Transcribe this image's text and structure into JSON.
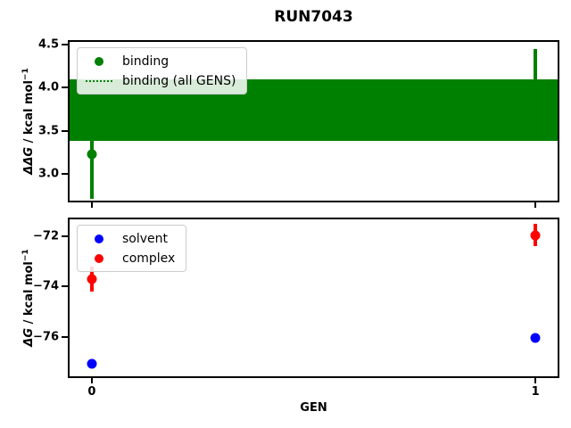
{
  "title": "RUN7043",
  "xlabel": "GEN",
  "colors": {
    "binding": "#008000",
    "solvent": "#0000ff",
    "complex": "#ff0000"
  },
  "chart_data": [
    {
      "type": "scatter",
      "name": "binding-panel",
      "ylabel": {
        "math": "ΔΔG",
        "rest": " / kcal mol",
        "sup": "−1"
      },
      "xlim": [
        -0.05,
        1.05
      ],
      "ylim": [
        2.69,
        4.53
      ],
      "yticks": [
        {
          "value": 4.5,
          "label": "4.5"
        },
        {
          "value": 4.0,
          "label": "4.0"
        },
        {
          "value": 3.5,
          "label": "3.5"
        },
        {
          "value": 3.0,
          "label": "3.0"
        }
      ],
      "xticks": [
        {
          "value": 0,
          "label": ""
        },
        {
          "value": 1,
          "label": ""
        }
      ],
      "band": {
        "label": "binding (all GENS)",
        "low": 3.38,
        "high": 4.1,
        "color": "#008000",
        "line_style": "dotted"
      },
      "series": [
        {
          "name": "binding",
          "color": "#008000",
          "marker": "circle",
          "x": [
            0,
            1
          ],
          "y": [
            3.23,
            4.03
          ],
          "yerr": [
            0.52,
            0.42
          ]
        }
      ],
      "legend": {
        "position": "upper-left",
        "items": [
          {
            "label": "binding",
            "marker": "dot",
            "color": "#008000"
          },
          {
            "label": "binding (all GENS)",
            "marker": "dotted-line",
            "color": "#008000"
          }
        ]
      }
    },
    {
      "type": "scatter",
      "name": "free-energy-panel",
      "ylabel": {
        "math": "ΔG",
        "rest": " / kcal mol",
        "sup": "−1"
      },
      "xlim": [
        -0.05,
        1.05
      ],
      "ylim": [
        -77.56,
        -71.33
      ],
      "yticks": [
        {
          "value": -72,
          "label": "−72"
        },
        {
          "value": -74,
          "label": "−74"
        },
        {
          "value": -76,
          "label": "−76"
        }
      ],
      "xticks": [
        {
          "value": 0,
          "label": "0"
        },
        {
          "value": 1,
          "label": "1"
        }
      ],
      "series": [
        {
          "name": "solvent",
          "color": "#0000ff",
          "marker": "circle",
          "x": [
            0,
            1
          ],
          "y": [
            -77.05,
            -76.05
          ],
          "yerr": [
            0.08,
            0.08
          ]
        },
        {
          "name": "complex",
          "color": "#ff0000",
          "marker": "circle",
          "x": [
            0,
            1
          ],
          "y": [
            -73.7,
            -71.95
          ],
          "yerr": [
            0.5,
            0.45
          ]
        }
      ],
      "legend": {
        "position": "upper-left",
        "items": [
          {
            "label": "solvent",
            "marker": "dot",
            "color": "#0000ff"
          },
          {
            "label": "complex",
            "marker": "dot",
            "color": "#ff0000"
          }
        ]
      }
    }
  ]
}
